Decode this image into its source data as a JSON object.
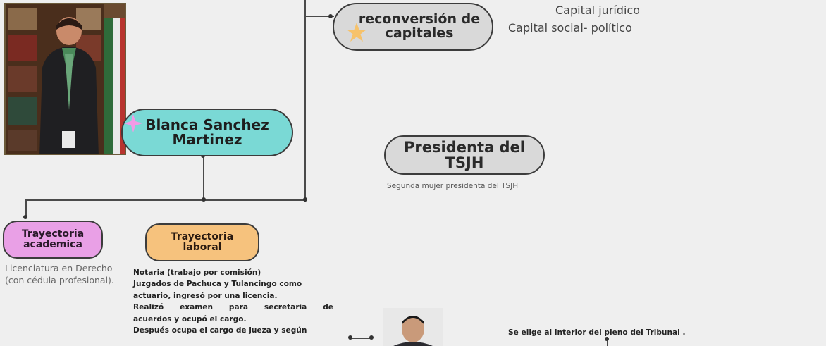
{
  "top_node": {
    "label": "reconversión de capitales",
    "line1": "reconversión de",
    "line2": "capitales",
    "color": "#d9d9d9"
  },
  "capital_list": [
    "Capital jurídico",
    "Capital social- político"
  ],
  "main_node": {
    "line1": "Blanca Sanchez",
    "line2": "Martinez",
    "color": "#7ad9d5"
  },
  "president_node": {
    "label": "Presidenta del TSJH",
    "color": "#d9d9d9"
  },
  "president_caption": "Segunda mujer presidenta del TSJH",
  "academic_node": {
    "line1": "Trayectoria",
    "line2": "academica",
    "color": "#e9a0e6"
  },
  "academic_text": [
    "Licenciatura en Derecho",
    "(con cédula profesional)."
  ],
  "labor_node": {
    "line1": "Trayectoria",
    "line2": "laboral",
    "color": "#f6c27d"
  },
  "labor_text": [
    "Notaria (trabajo por comisión)",
    "Juzgados de Pachuca y Tulancingo como",
    "actuario, ingresó por una licencia.",
    "Realizó examen para secretaria de",
    "acuerdos y ocupó el cargo.",
    "Después ocupa el cargo de jueza y según"
  ],
  "tribunal_text": "Se elige al interior del pleno del Tribunal ."
}
